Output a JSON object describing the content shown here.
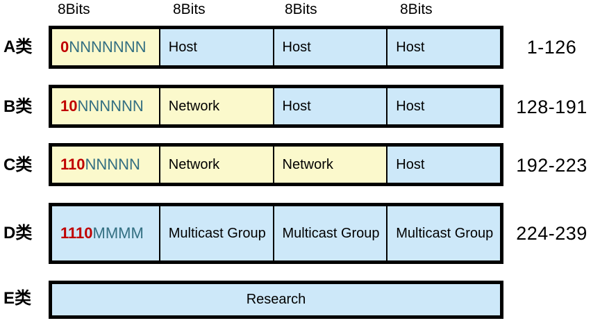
{
  "diagram": {
    "title_semantics": "IP address classes bit-structure diagram",
    "bit_labels": [
      "8Bits",
      "8Bits",
      "8Bits",
      "8Bits"
    ],
    "colors": {
      "cell_yellow": "#FBF9CC",
      "cell_blue": "#CDE8F9",
      "bit_prefix_red": "#C00000",
      "bit_letters_teal": "#336F82",
      "border_black": "#000000",
      "background_white": "#FFFFFF"
    },
    "rows": [
      {
        "class_label": "A类",
        "range": "1-126",
        "cells": [
          {
            "prefix": "0",
            "letters": "NNNNNNN"
          },
          {
            "text": "Host"
          },
          {
            "text": "Host"
          },
          {
            "text": "Host"
          }
        ]
      },
      {
        "class_label": "B类",
        "range": "128-191",
        "cells": [
          {
            "prefix": "10",
            "letters": "NNNNNN"
          },
          {
            "text": "Network"
          },
          {
            "text": "Host"
          },
          {
            "text": "Host"
          }
        ]
      },
      {
        "class_label": "C类",
        "range": "192-223",
        "cells": [
          {
            "prefix": "110",
            "letters": "NNNNN"
          },
          {
            "text": "Network"
          },
          {
            "text": "Network"
          },
          {
            "text": "Host"
          }
        ]
      },
      {
        "class_label": "D类",
        "range": "224-239",
        "cells": [
          {
            "prefix": "1110",
            "letters": "MMMM"
          },
          {
            "text": "Multicast Group"
          },
          {
            "text": "Multicast Group"
          },
          {
            "text": "Multicast Group"
          }
        ]
      },
      {
        "class_label": "E类",
        "cells": [
          {
            "text": "Research"
          }
        ]
      }
    ]
  }
}
